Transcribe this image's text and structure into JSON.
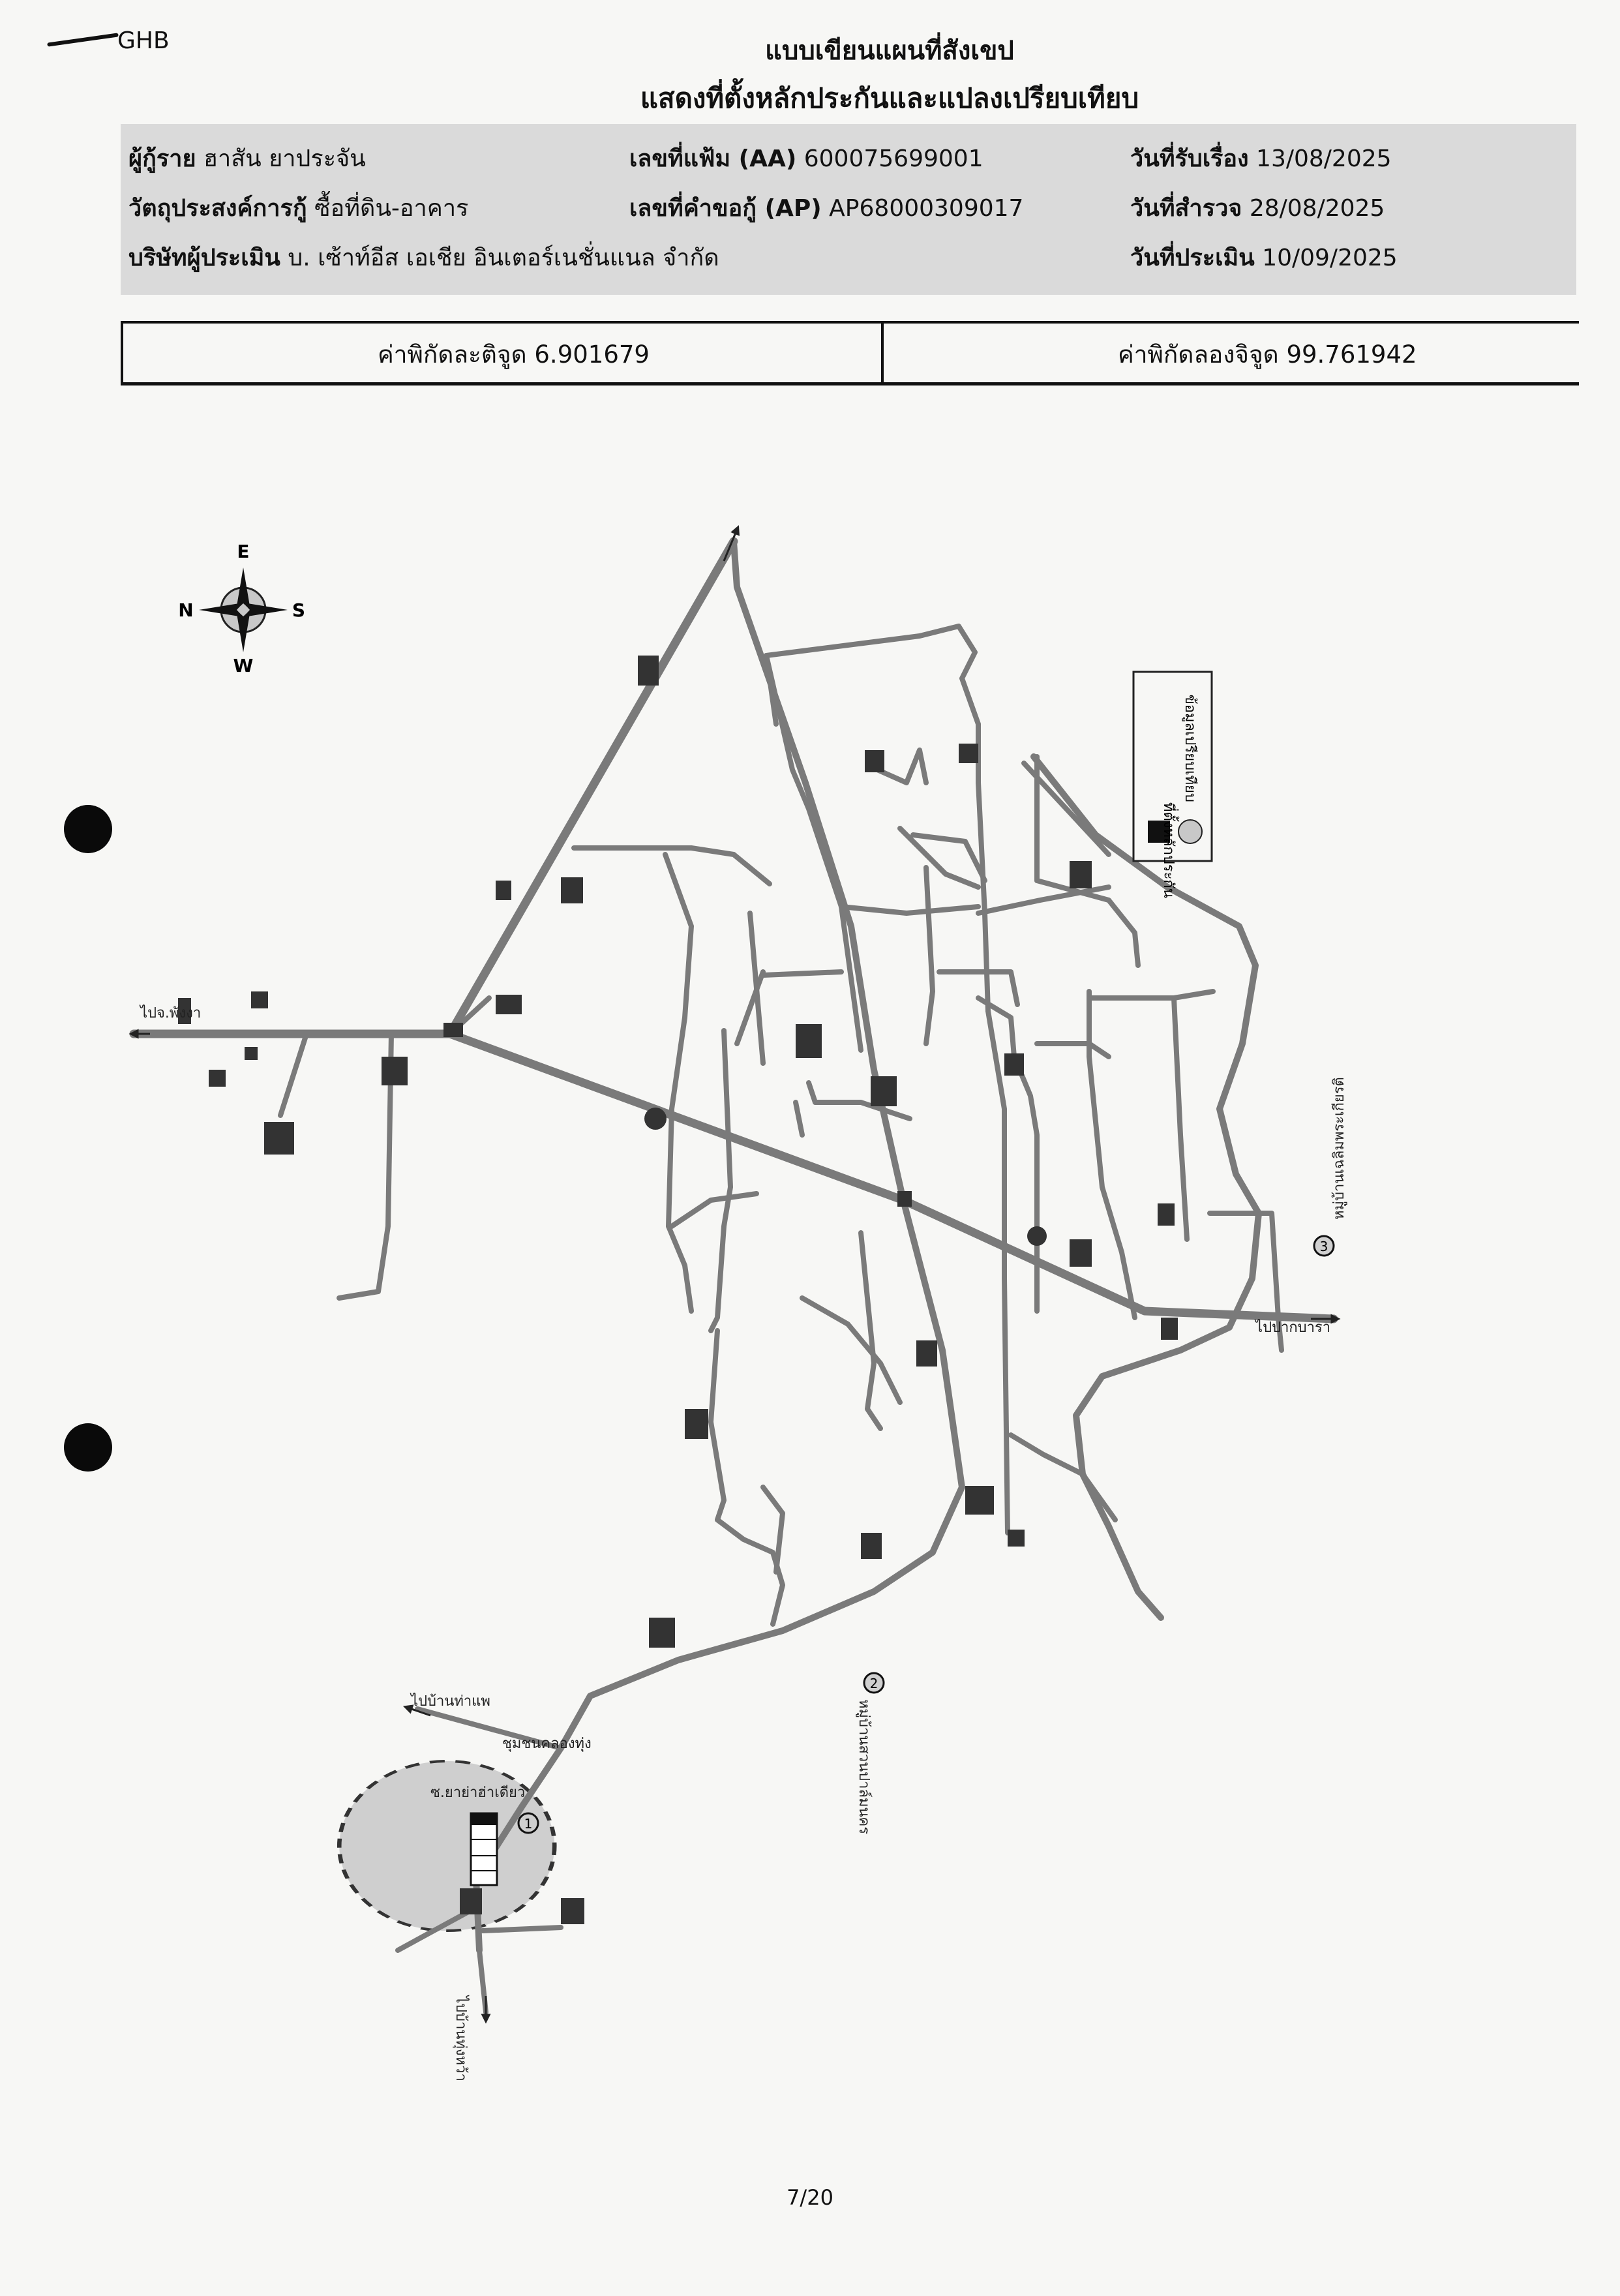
{
  "header": {
    "brand": "GHB",
    "title_line1": "แบบเขียนแผนที่สังเขป",
    "title_line2": "แสดงที่ตั้งหลักประกันและแปลงเปรียบเทียบ"
  },
  "info": {
    "borrower_label": "ผู้กู้ราย",
    "borrower_value": "ฮาสัน ยาประจัน",
    "file_no_label": "เลขที่แฟ้ม (AA)",
    "file_no_value": "600075699001",
    "received_label": "วันที่รับเรื่อง",
    "received_value": "13/08/2025",
    "purpose_label": "วัตถุประสงค์การกู้",
    "purpose_value": "ซื้อที่ดิน-อาคาร",
    "request_no_label": "เลขที่คำขอกู้ (AP)",
    "request_no_value": "AP68000309017",
    "survey_label": "วันที่สำรวจ",
    "survey_value": "28/08/2025",
    "appraiser_label": "บริษัทผู้ประเมิน",
    "appraiser_value": "บ. เซ้าท์อีส เอเชีย อินเตอร์เนชั่นแนล จำกัด",
    "appraisal_label": "วันที่ประเมิน",
    "appraisal_value": "10/09/2025"
  },
  "coordinates": {
    "latitude": "ค่าพิกัดละติจูด 6.901679",
    "longitude": "ค่าพิกัดลองจิจูด 99.761942"
  },
  "compass": {
    "north": "N",
    "south": "S",
    "east": "E",
    "west": "W"
  },
  "legend": {
    "collateral": "ที่ตั้งหลักประกัน",
    "comparable": "ข้อมูลเปรียบเทียบ",
    "colors": {
      "collateral": "#111111",
      "comparable": "#c8c8c8"
    }
  },
  "map_labels": {
    "to_phung_nga": "ไปจ.พังงา",
    "to_ban_na_pa_sak": "ไปบ้านท่าแพ",
    "to_pak_bara": "ไปปากบารา",
    "to_thung_wa": "ไปบ้านทุ่งหว้า",
    "marker_1": "1",
    "marker_2": "2",
    "marker_3": "3",
    "village_2": "หมู่บ้านสวนปาล์มนคร",
    "village_3": "หมู่บ้านเฉลิมพระเกียรติ",
    "community": "ชุมชนคลองทุ่ง",
    "sub_district_road": "ซ.ยาย่าฮ่าเดียว"
  },
  "page": {
    "number": "7/20"
  }
}
